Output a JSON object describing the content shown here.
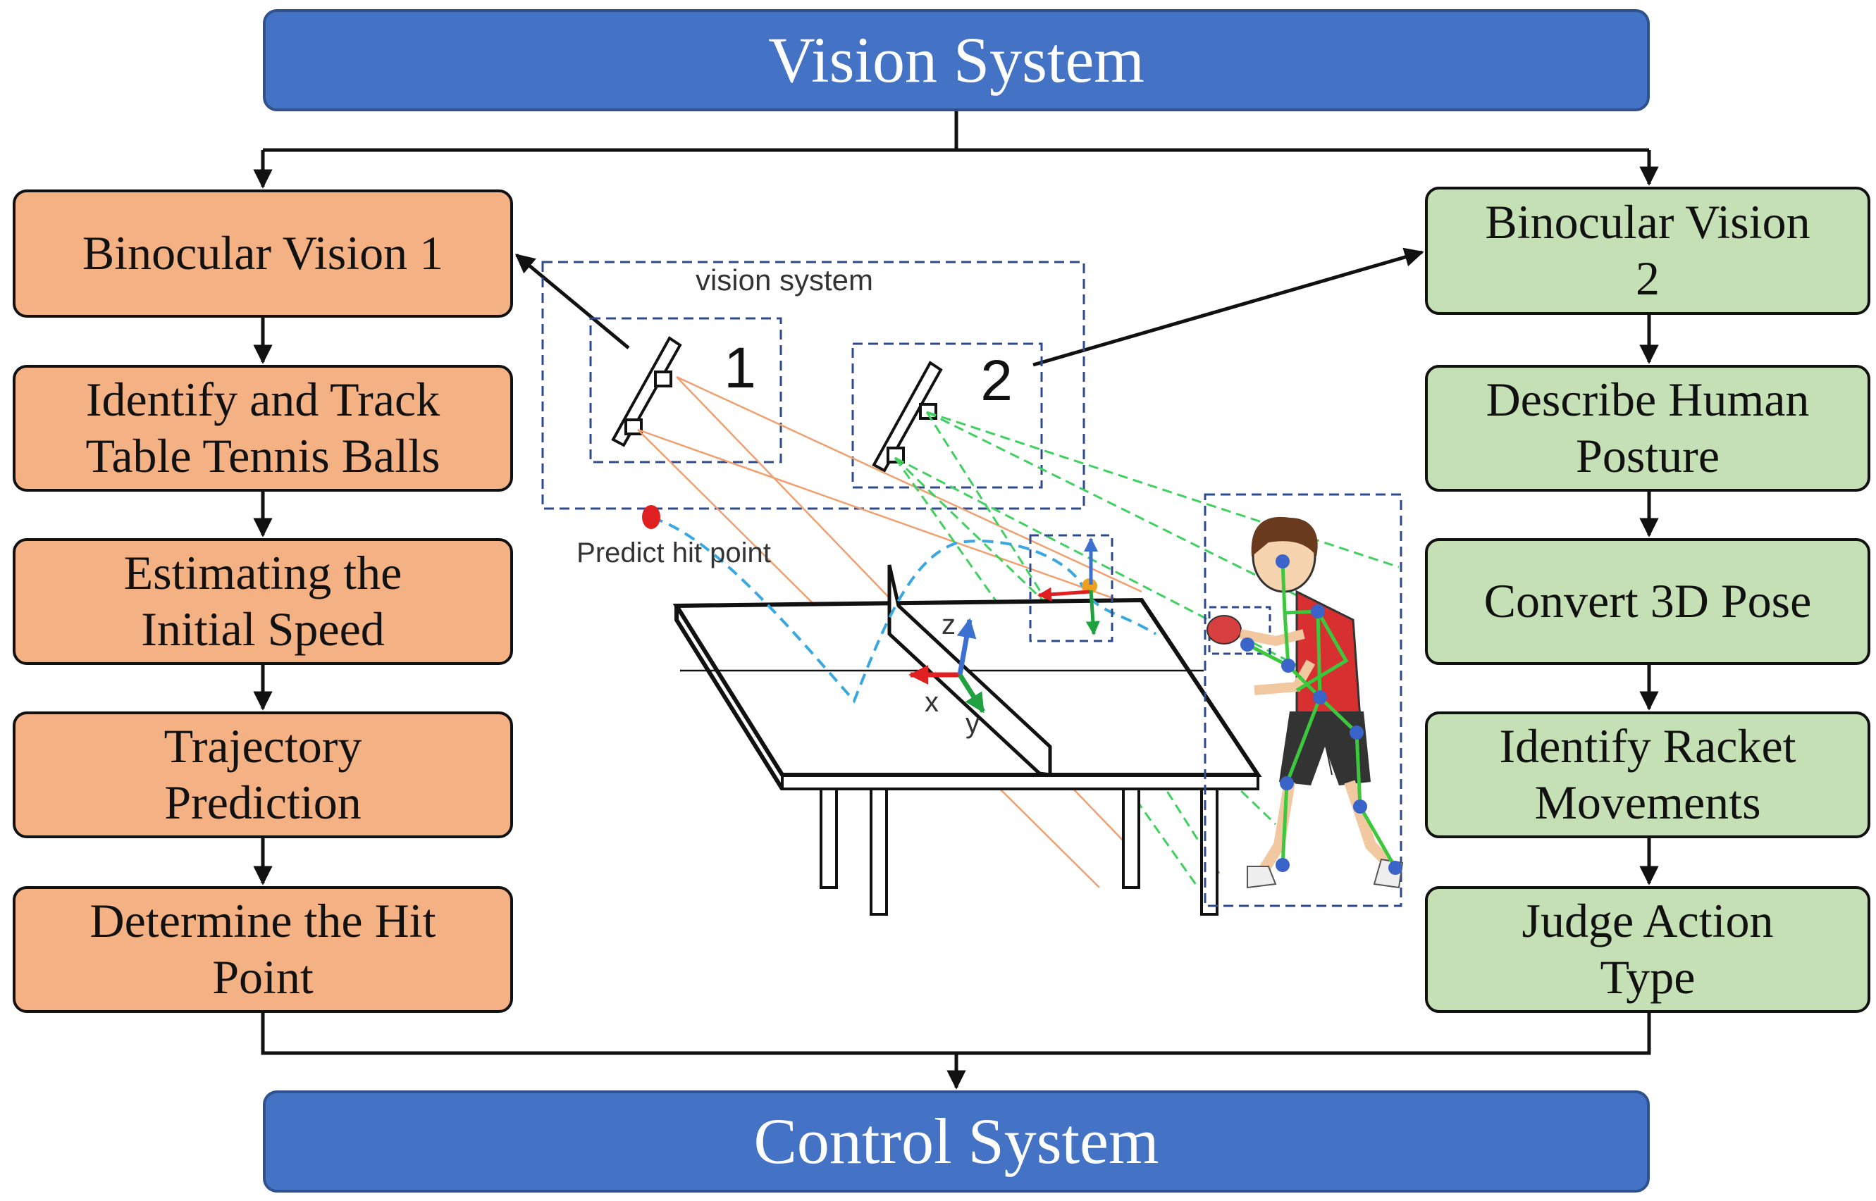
{
  "header": {
    "title": "Vision System"
  },
  "footer": {
    "title": "Control System"
  },
  "left_column": {
    "items": [
      "Binocular Vision 1",
      "Identify and Track\nTable Tennis Balls",
      "Estimating the\nInitial Speed",
      "Trajectory\nPrediction",
      "Determine the Hit\nPoint"
    ]
  },
  "right_column": {
    "items": [
      "Binocular Vision\n2",
      "Describe Human\nPosture",
      "Convert 3D Pose",
      "Identify Racket\nMovements",
      "Judge Action\nType"
    ]
  },
  "illustration": {
    "vision_system_label": "vision system",
    "camera1_label": "1",
    "camera2_label": "2",
    "predict_label": "Predict hit point",
    "axis_x": "x",
    "axis_y": "y",
    "axis_z": "z"
  },
  "colors": {
    "banner": "#4472c4",
    "left_box": "#f4b183",
    "right_box": "#c5e0b4",
    "dashed_frame": "#2f4a8a",
    "ball": "#e02020",
    "ball_path": "#3aa8e0",
    "camera1_rays": "#f0a070",
    "camera2_rays": "#40d060",
    "skeleton": "#3cc83c",
    "joint": "#3b64c8"
  }
}
